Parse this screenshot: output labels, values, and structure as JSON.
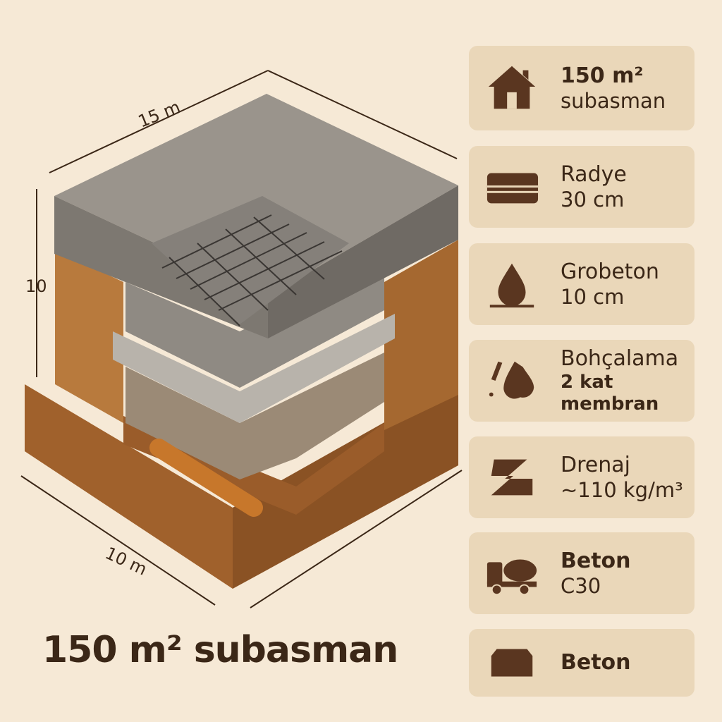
{
  "illustration": {
    "dim_width": "15 m",
    "dim_height": "10",
    "dim_depth": "10 m"
  },
  "title": "150 m² subasman",
  "cards": [
    {
      "icon": "house-icon",
      "line1": "150 m²",
      "line2": "subasman"
    },
    {
      "icon": "slab-layers-icon",
      "line1": "Radye",
      "line2": "30 cm"
    },
    {
      "icon": "water-drop-icon",
      "line1": "Grobeton",
      "line2": "10 cm"
    },
    {
      "icon": "membrane-drops-icon",
      "line1": "Bohçalama",
      "line2": "2 kat membran"
    },
    {
      "icon": "rebar-icon",
      "line1": "Drenaj",
      "line2": "~110 kg/m³"
    },
    {
      "icon": "concrete-mixer-truck-icon",
      "line1": "Beton",
      "line2": "C30"
    },
    {
      "icon": "concrete-block-icon",
      "line1": "Beton",
      "line2": ""
    }
  ],
  "colors": {
    "background": "#f6e9d6",
    "card": "#ead7b9",
    "text": "#3b2717",
    "soil": "#a86a32",
    "concrete": "#8f8a83"
  }
}
